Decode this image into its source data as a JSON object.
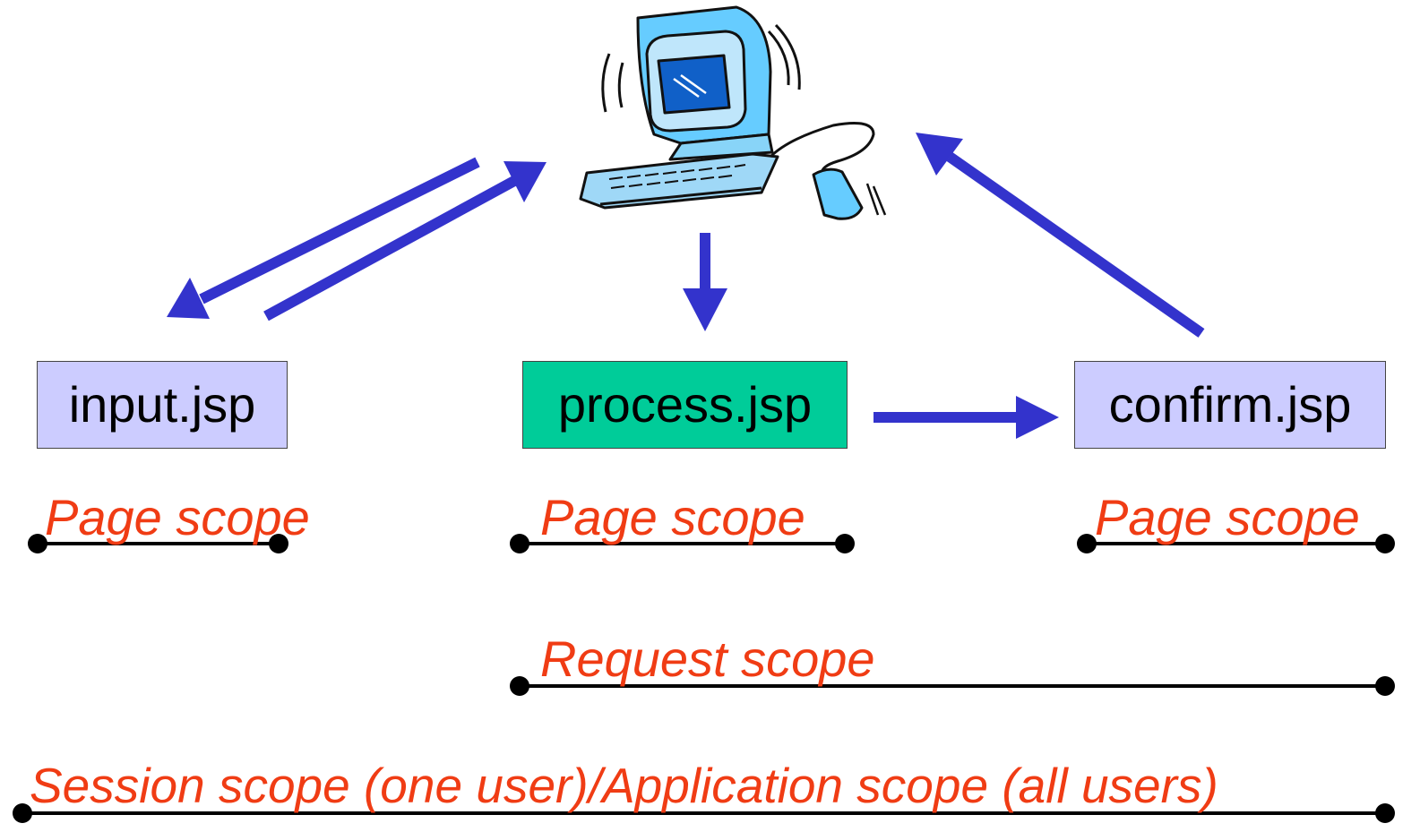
{
  "pages": {
    "input": {
      "label": "input.jsp"
    },
    "process": {
      "label": "process.jsp"
    },
    "confirm": {
      "label": "confirm.jsp"
    }
  },
  "scopes": {
    "page_input": "Page scope",
    "page_process": "Page scope",
    "page_confirm": "Page scope",
    "request": "Request scope",
    "session": "Session scope (one user)/Application scope (all users)"
  },
  "icons": {
    "client": "computer-icon"
  },
  "colors": {
    "arrow": "#3333cc",
    "page_box": "#ccccff",
    "process_box": "#00cc99",
    "scope_text": "#f03c14",
    "scope_line": "#000000"
  }
}
